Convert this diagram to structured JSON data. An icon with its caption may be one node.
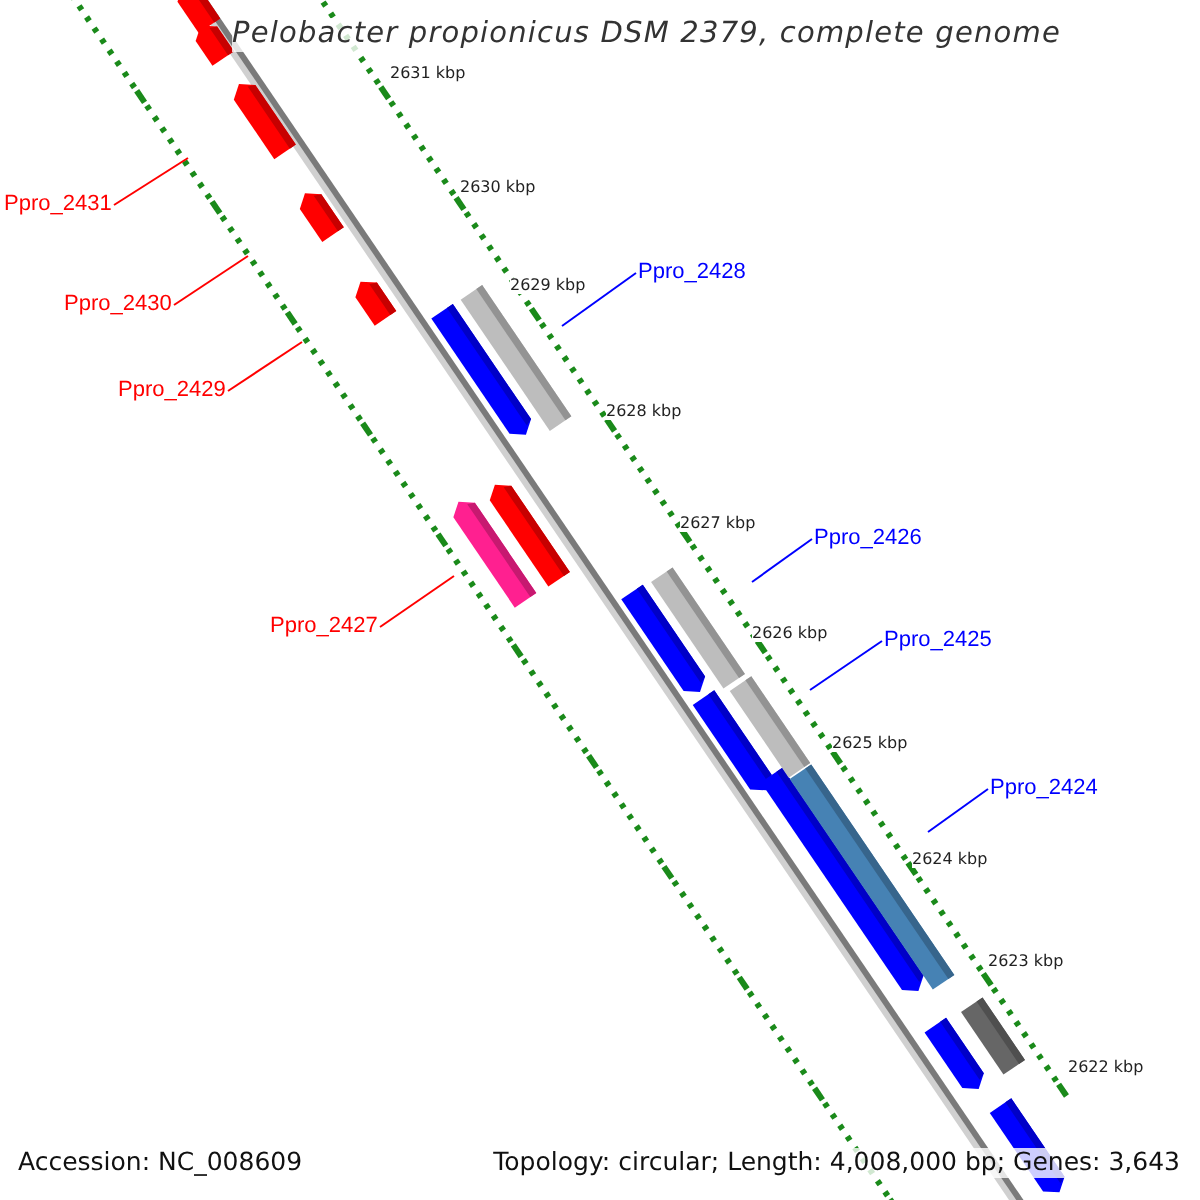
{
  "diagram": {
    "title": "Pelobacter propionicus DSM 2379, complete genome",
    "nodes": [
      {
        "text": [
          "Ppro_2431"
        ]
      },
      {
        "text": [
          "Ppro_2430"
        ]
      },
      {
        "text": [
          "Ppro_2429"
        ]
      },
      {
        "text": [
          "Ppro_2428"
        ]
      },
      {
        "text": [
          "Ppro_2427"
        ]
      },
      {
        "text": [
          "Ppro_2426"
        ]
      },
      {
        "text": [
          "Ppro_2425"
        ]
      },
      {
        "text": [
          "Ppro_2424"
        ]
      }
    ],
    "edges": [
      {
        "from": 0,
        "to": null,
        "arrow": "none",
        "color": "#ff0000"
      },
      {
        "from": 1,
        "to": null,
        "arrow": "none",
        "color": "#ff0000"
      },
      {
        "from": 2,
        "to": null,
        "arrow": "none",
        "color": "#ff0000"
      },
      {
        "from": 3,
        "to": null,
        "arrow": "none",
        "color": "#0000ff"
      },
      {
        "from": 4,
        "to": null,
        "arrow": "none",
        "color": "#ff0000"
      },
      {
        "from": 5,
        "to": null,
        "arrow": "none",
        "color": "#0000ff"
      },
      {
        "from": 6,
        "to": null,
        "arrow": "none",
        "color": "#0000ff"
      },
      {
        "from": 7,
        "to": null,
        "arrow": "none",
        "color": "#0000ff"
      }
    ],
    "labels": [
      "2631 kbp",
      "2630 kbp",
      "2629 kbp",
      "2628 kbp",
      "2627 kbp",
      "2626 kbp",
      "2625 kbp",
      "2624 kbp",
      "2623 kbp",
      "2622 kbp",
      "Accession: NC_008609",
      "Topology: circular; Length: 4,008,000 bp; Genes: 3,643"
    ]
  }
}
